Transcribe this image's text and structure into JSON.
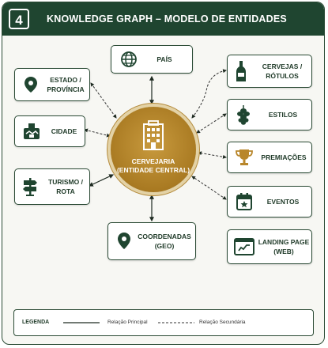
{
  "header": {
    "number": "4",
    "title": "KNOWLEDGE GRAPH – MODELO DE ENTIDADES"
  },
  "center": {
    "label": "CERVEJARIA\n(ENTIDADE CENTRAL)",
    "icon": "building-icon"
  },
  "nodes": {
    "pais": {
      "label": "PAÍS",
      "icon": "globe-icon"
    },
    "estado": {
      "label": "ESTADO /\nPROVÍNCIA",
      "icon": "map-pin-icon"
    },
    "cidade": {
      "label": "CIDADE",
      "icon": "city-icon"
    },
    "turismo": {
      "label": "TURISMO /\nROTA",
      "icon": "signpost-icon"
    },
    "coordenadas": {
      "label": "COORDENADAS\n(GEO)",
      "icon": "map-pin-icon"
    },
    "cervejas": {
      "label": "CERVEJAS /\nRÓTULOS",
      "icon": "bottle-icon"
    },
    "estilos": {
      "label": "ESTILOS",
      "icon": "hop-icon"
    },
    "premiacoes": {
      "label": "PREMIAÇÕES",
      "icon": "trophy-icon"
    },
    "eventos": {
      "label": "EVENTOS",
      "icon": "calendar-icon"
    },
    "landing": {
      "label": "LANDING PAGE\n(WEB)",
      "icon": "web-page-icon"
    }
  },
  "legend": {
    "title": "LEGENDA",
    "primary": "Relação Principal",
    "secondary": "Relação Secundária"
  },
  "colors": {
    "dark_green": "#1f4530",
    "gold": "#a97a22",
    "background": "#f7f7f3"
  }
}
